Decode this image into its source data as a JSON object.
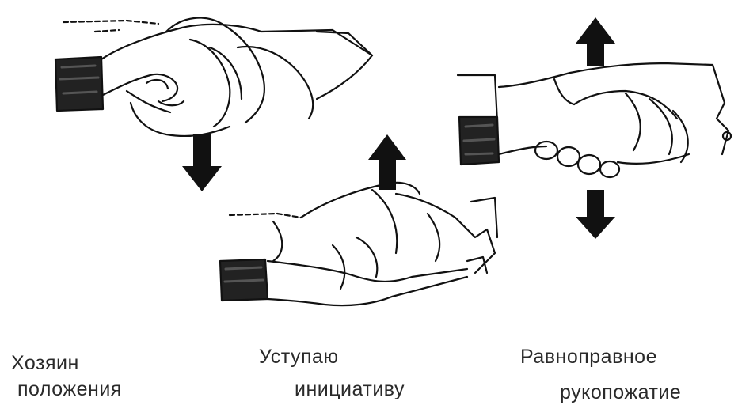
{
  "figures": [
    {
      "id": "dominant",
      "caption_line1": "Хозяин",
      "caption_line2": "положения",
      "arrow": "down"
    },
    {
      "id": "submissive",
      "caption_line1": "Уступаю",
      "caption_line2": "инициативу",
      "arrow": "up"
    },
    {
      "id": "equal",
      "caption_line1": "Равноправное",
      "caption_line2": "рукопожатие",
      "arrow": "up-and-down"
    }
  ]
}
